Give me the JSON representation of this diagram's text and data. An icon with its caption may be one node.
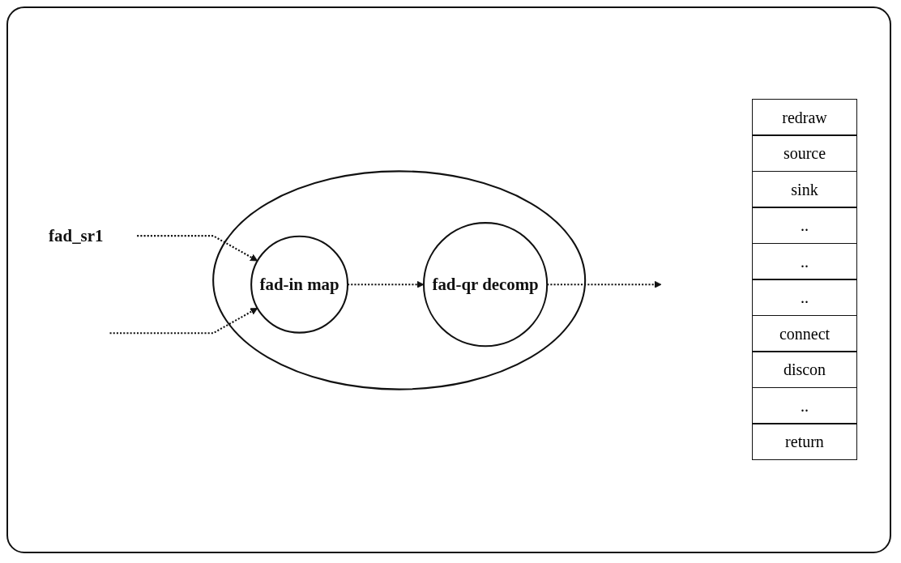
{
  "diagram": {
    "nodes": [
      {
        "text": [],
        "shape": "ellipse"
      },
      {
        "text": [
          "fad_sr1"
        ]
      },
      {
        "text": [
          "fad-in map"
        ],
        "in": 0
      },
      {
        "text": [
          "fad-qr decomp"
        ],
        "in": 0
      }
    ],
    "edges": [
      {
        "from": 1,
        "to": 2,
        "arrow": "to",
        "style": "dashed"
      },
      {
        "from": null,
        "to": 2,
        "arrow": "to",
        "style": "dashed"
      },
      {
        "from": 2,
        "to": 3,
        "arrow": "to",
        "style": "dashed"
      },
      {
        "from": 3,
        "to": null,
        "arrow": "to",
        "style": "dashed"
      }
    ],
    "labels": [
      "redraw",
      "source",
      "sink",
      "..",
      "..",
      "..",
      "connect",
      "discon",
      "..",
      "return"
    ]
  }
}
